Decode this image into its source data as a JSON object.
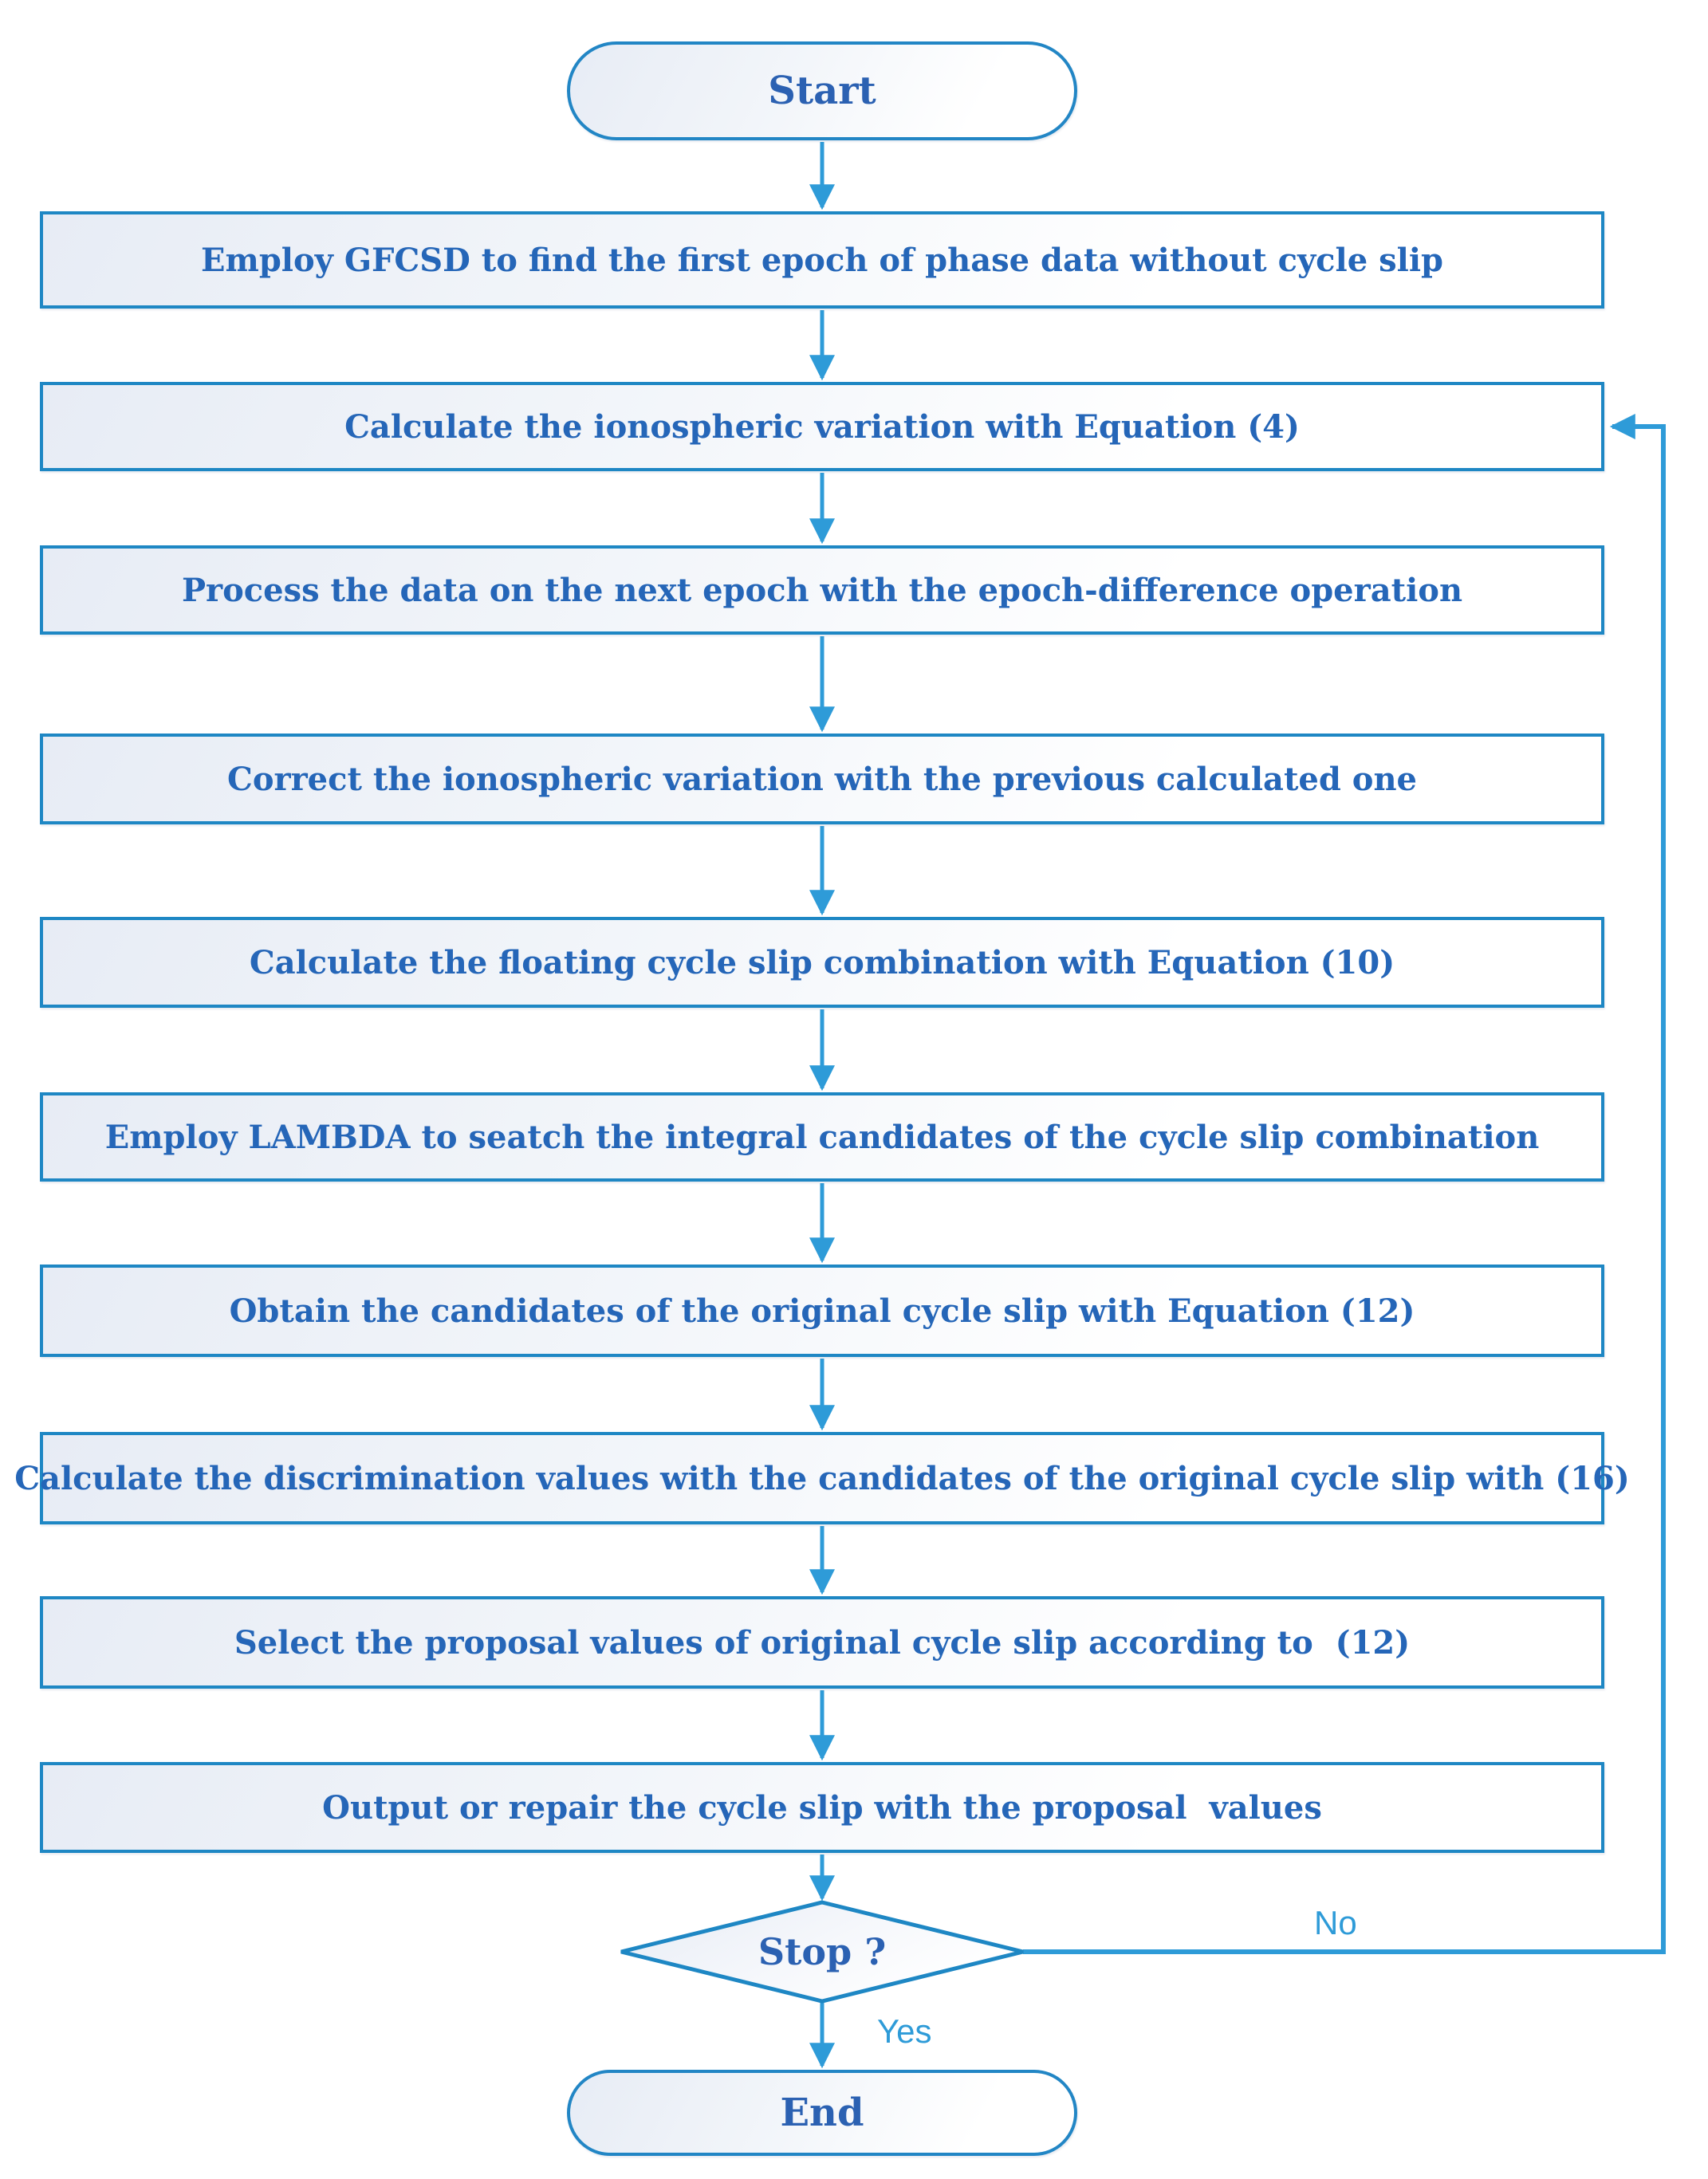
{
  "flowchart": {
    "start": {
      "label": "Start"
    },
    "steps": [
      {
        "label": "Employ GFCSD to find the first epoch of phase data without cycle slip"
      },
      {
        "label": "Calculate the ionospheric variation with Equation (4)"
      },
      {
        "label": "Process the data on the next epoch with the epoch-difference operation"
      },
      {
        "label": "Correct the ionospheric variation with the previous calculated one"
      },
      {
        "label": "Calculate the floating cycle slip combination with Equation (10)"
      },
      {
        "label": "Employ LAMBDA to seatch the integral candidates of the cycle slip combination"
      },
      {
        "label": "Obtain the candidates of the original cycle slip with Equation (12)"
      },
      {
        "label": "Calculate the discrimination values with the candidates of the original cycle slip with (16)"
      },
      {
        "label": "Select the proposal values of original cycle slip according to  (12)"
      },
      {
        "label": "Output or repair the cycle slip with the proposal  values"
      }
    ],
    "decision": {
      "label": "Stop ?"
    },
    "branches": {
      "no": "No",
      "yes": "Yes"
    },
    "end": {
      "label": "End"
    },
    "colors": {
      "box_border": "#1e87c4",
      "connector": "#2e9bd8",
      "box_text": "#2566b8",
      "terminal_text": "#2b61b2",
      "fill_light": "#e7ecf5",
      "fill_white": "#ffffff"
    }
  }
}
